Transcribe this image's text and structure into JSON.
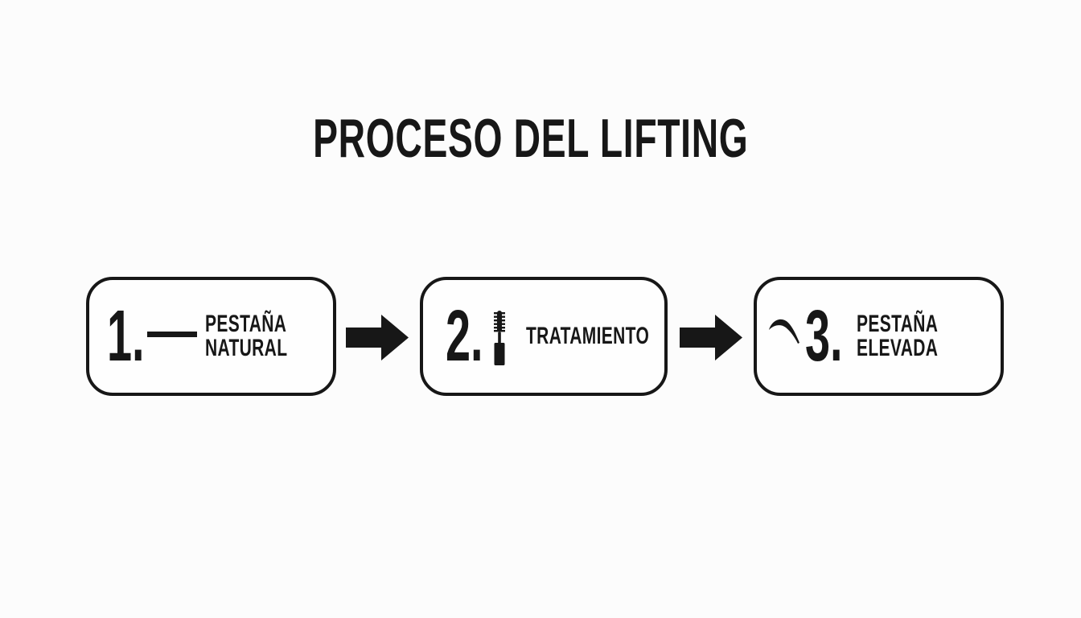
{
  "title": "PROCESO DEL LIFTING",
  "colors": {
    "ink": "#171717",
    "background": "#fcfcfc",
    "box_fill": "#fefefe"
  },
  "steps": [
    {
      "number": "1.",
      "icon": "flat-lash-icon",
      "label_line1": "PESTAÑA",
      "label_line2": "NATURAL"
    },
    {
      "number": "2.",
      "icon": "mascara-wand-icon",
      "label_line1": "TRATAMIENTO"
    },
    {
      "number": "3.",
      "icon": "curved-lash-icon",
      "label_line1": "PESTAÑA",
      "label_line2": "ELEVADA"
    }
  ],
  "connectors": [
    {
      "type": "right-arrow"
    },
    {
      "type": "right-arrow"
    }
  ]
}
